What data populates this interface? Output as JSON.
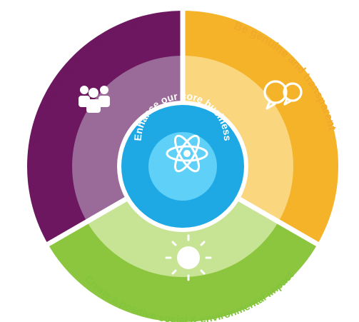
{
  "diagram": {
    "center": {
      "label": "Enhance our core business",
      "icon": "atom-icon",
      "colors": {
        "outer": "#1fa9e4",
        "inner": "#5fd0f7"
      }
    },
    "segments": [
      {
        "id": "diversity",
        "label": "Foster diversity, talent and wellbeing",
        "icon": "people-group-icon",
        "colors": {
          "outer": "#6c1760",
          "inner": "#9a6a98",
          "text": "#6c1760"
        }
      },
      {
        "id": "genuine",
        "label": "Be genuine and transparent",
        "icon": "speech-bubbles-icon",
        "colors": {
          "outer": "#f5b329",
          "inner": "#fad77f",
          "text": "#f0a92a"
        }
      },
      {
        "id": "impact",
        "label": "Create a positive social & environmental impact",
        "icon": "sun-icon",
        "colors": {
          "outer": "#8cc63f",
          "inner": "#c7e394",
          "text": "#83c43d"
        }
      }
    ],
    "divider_color": "#ffffff"
  }
}
